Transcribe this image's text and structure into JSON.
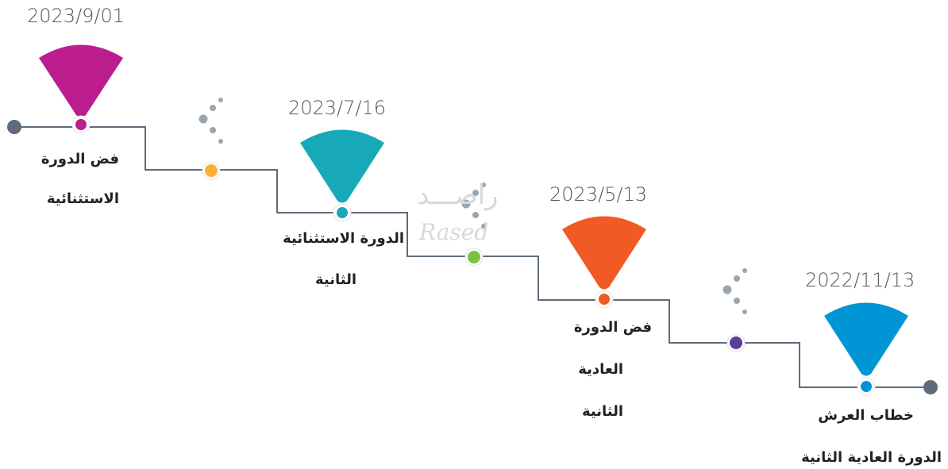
{
  "watermark": {
    "arabic": "راصـــد",
    "latin": "Rased"
  },
  "milestones": [
    {
      "date": "2023/9/01",
      "lines": [
        "فض الدورة",
        "الاستثنائية"
      ],
      "color": "#bb1d8e"
    },
    {
      "date": "2023/7/16",
      "lines": [
        "الدورة الاستثنائية",
        "الثانية"
      ],
      "color": "#17a9b7"
    },
    {
      "date": "2023/5/13",
      "lines": [
        "فض الدورة",
        "العادية",
        "الثانية"
      ],
      "color": "#f15a24"
    },
    {
      "date": "2022/11/13",
      "lines": [
        "خطاب العرش",
        "الدورة العادية الثانية"
      ],
      "color": "#0096d6"
    }
  ],
  "connectors": [
    {
      "color": "#fbb034"
    },
    {
      "color": "#7bc143"
    },
    {
      "color": "#5c3d99"
    }
  ],
  "line_color": "#5f6b7a",
  "dots_color": "#9aa5ae"
}
